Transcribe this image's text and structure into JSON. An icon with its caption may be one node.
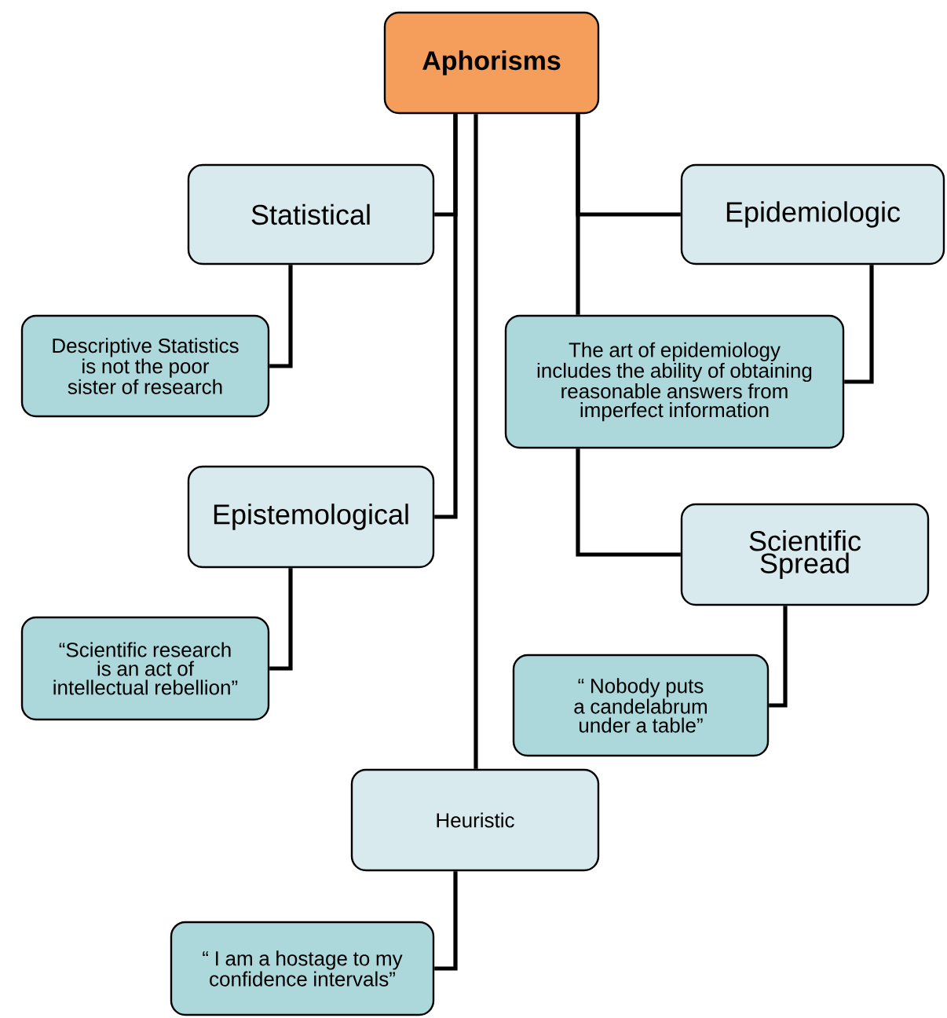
{
  "diagram": {
    "nodes": [
      {
        "text": [
          "Aphorisms"
        ]
      },
      {
        "text": [
          "Statistical"
        ]
      },
      {
        "text": [
          "Descriptive Statistics is not the poor sister of research"
        ]
      },
      {
        "text": [
          "Epidemiologic"
        ]
      },
      {
        "text": [
          "The art of epidemiology includes the ability of obtaining reasonable answers from imperfect information"
        ]
      },
      {
        "text": [
          "Epistemological"
        ]
      },
      {
        "text": [
          "“Scientific research is an act of intellectual rebellion”"
        ]
      },
      {
        "text": [
          "Scientific Spread"
        ]
      },
      {
        "text": [
          "“ Nobody puts a candelabrum under a table”"
        ]
      },
      {
        "text": [
          "Heuristic"
        ]
      },
      {
        "text": [
          "“ I am a hostage to my confidence intervals”"
        ]
      }
    ],
    "edges": [
      {
        "from": 0,
        "to": 1,
        "arrow": "none"
      },
      {
        "from": 0,
        "to": 5,
        "arrow": "none"
      },
      {
        "from": 0,
        "to": 9,
        "arrow": "none"
      },
      {
        "from": 0,
        "to": 3,
        "arrow": "none"
      },
      {
        "from": 0,
        "to": 4,
        "arrow": "none"
      },
      {
        "from": 4,
        "to": 7,
        "arrow": "none"
      },
      {
        "from": 1,
        "to": 2,
        "arrow": "none"
      },
      {
        "from": 3,
        "to": 4,
        "arrow": "none"
      },
      {
        "from": 5,
        "to": 6,
        "arrow": "none"
      },
      {
        "from": 7,
        "to": 8,
        "arrow": "none"
      },
      {
        "from": 9,
        "to": 10,
        "arrow": "none"
      }
    ]
  }
}
